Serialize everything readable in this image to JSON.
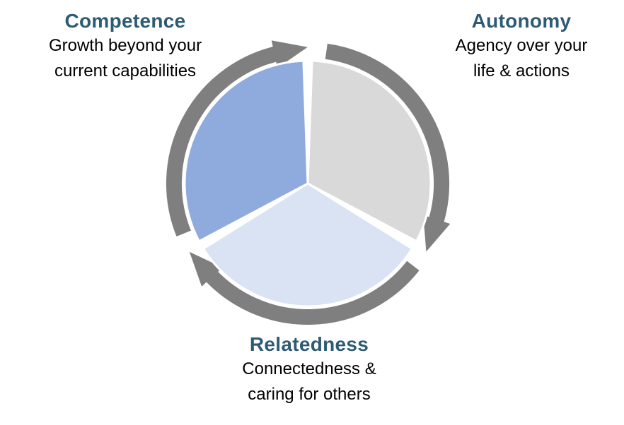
{
  "diagram": {
    "name": "self-determination-cycle",
    "colors": {
      "ring": "#7F7F7F",
      "heading": "#2E5B74",
      "body": "#000000",
      "separator": "#FFFFFF"
    },
    "segments": [
      {
        "id": "competence",
        "label": "Competence",
        "description": "Growth beyond your current capabilities",
        "desc_lines": [
          "Growth beyond your",
          "current capabilities"
        ],
        "color": "#8FAADC"
      },
      {
        "id": "autonomy",
        "label": "Autonomy",
        "description": "Agency over your life & actions",
        "desc_lines": [
          "Agency over your",
          "life & actions"
        ],
        "color": "#D9D9D9"
      },
      {
        "id": "relatedness",
        "label": "Relatedness",
        "description": "Connectedness & caring for others",
        "desc_lines": [
          "Connectedness &",
          "caring for others"
        ],
        "color": "#DAE3F3"
      }
    ]
  }
}
